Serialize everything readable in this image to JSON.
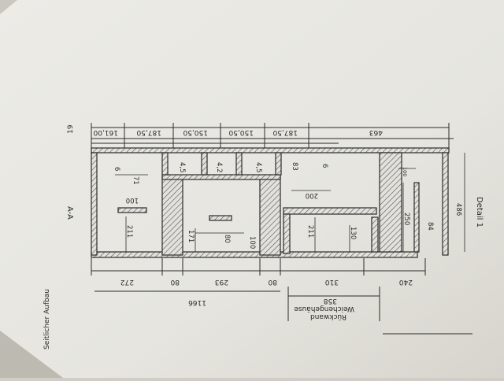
{
  "drawing": {
    "section_label": "A-A",
    "detail_label": "Detail 1",
    "side_label": "Seitlicher Aufbau",
    "rear_wall_label": "Rückwand",
    "crossover_label": "Weichengehäuse",
    "crossover_value": "358"
  },
  "dims_top": [
    "161,00",
    "187,50",
    "150,50",
    "150,50",
    "187,50",
    "463"
  ],
  "dim_19": "19",
  "dims_bottom": [
    "272",
    "80",
    "293",
    "80",
    "310",
    "240"
  ],
  "dim_total": "1166",
  "dims_inner": [
    {
      "label": "6"
    },
    {
      "label": "4,5"
    },
    {
      "label": "4,2"
    },
    {
      "label": "4,5"
    },
    {
      "label": "83"
    },
    {
      "label": "6"
    },
    {
      "label": "71"
    },
    {
      "label": "100"
    },
    {
      "label": "211"
    },
    {
      "label": "171"
    },
    {
      "label": "80"
    },
    {
      "label": "100"
    },
    {
      "label": "200"
    },
    {
      "label": "211"
    },
    {
      "label": "130"
    },
    {
      "label": "100"
    },
    {
      "label": "250"
    },
    {
      "label": "84"
    },
    {
      "label": "486"
    }
  ],
  "colors": {
    "paper": "#e9e8e3",
    "ink": "#2b2b2b",
    "hatch": "#555555"
  }
}
